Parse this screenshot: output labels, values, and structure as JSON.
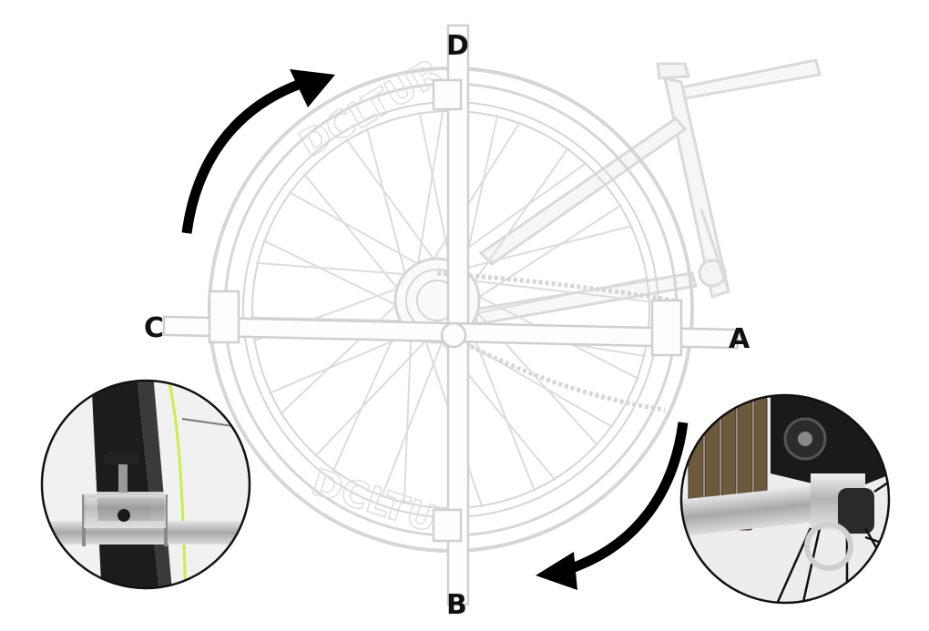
{
  "diagram": {
    "labels": {
      "top": "D",
      "bottom": "B",
      "left": "C",
      "right": "A"
    },
    "tire_text": "DCLTUR",
    "colors": {
      "line_art": "#d8d8d8",
      "arrow": "#000000",
      "label": "#111111",
      "steel": "#b9b9b9",
      "tire": "#1c1c1c",
      "rim_accent": "#c8f04a"
    },
    "rotation_direction": "clockwise"
  }
}
